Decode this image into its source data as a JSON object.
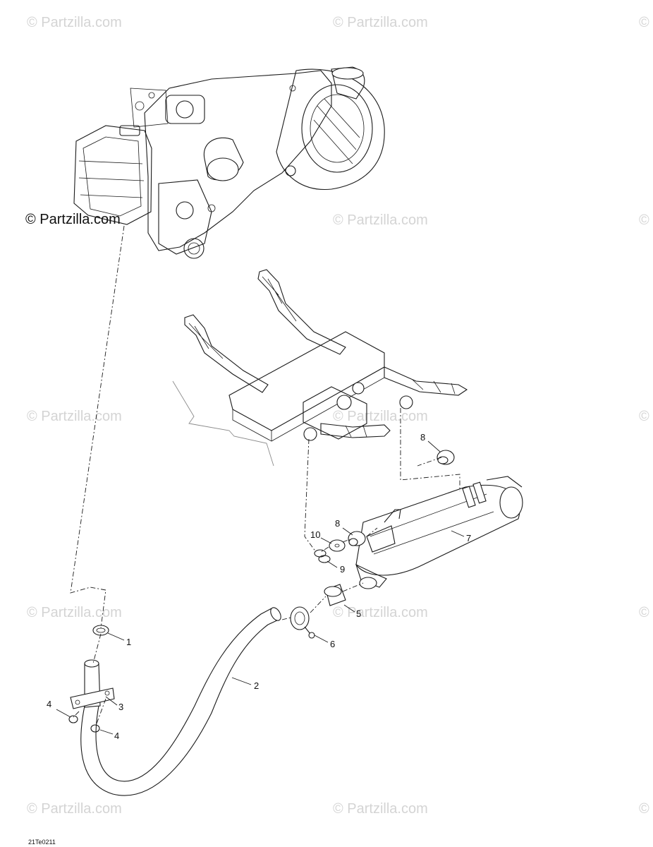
{
  "watermark": {
    "text": "© Partzilla.com",
    "edge_text": "©"
  },
  "watermark_dark": "© Partzilla.com",
  "diagram_code": "21Te0211",
  "callouts": [
    {
      "id": "c1",
      "label": "1"
    },
    {
      "id": "c2",
      "label": "2"
    },
    {
      "id": "c3",
      "label": "3"
    },
    {
      "id": "c4a",
      "label": "4"
    },
    {
      "id": "c4b",
      "label": "4"
    },
    {
      "id": "c5",
      "label": "5"
    },
    {
      "id": "c6",
      "label": "6"
    },
    {
      "id": "c7",
      "label": "7"
    },
    {
      "id": "c8a",
      "label": "8"
    },
    {
      "id": "c8b",
      "label": "8"
    },
    {
      "id": "c9",
      "label": "9"
    },
    {
      "id": "c10",
      "label": "10"
    }
  ]
}
